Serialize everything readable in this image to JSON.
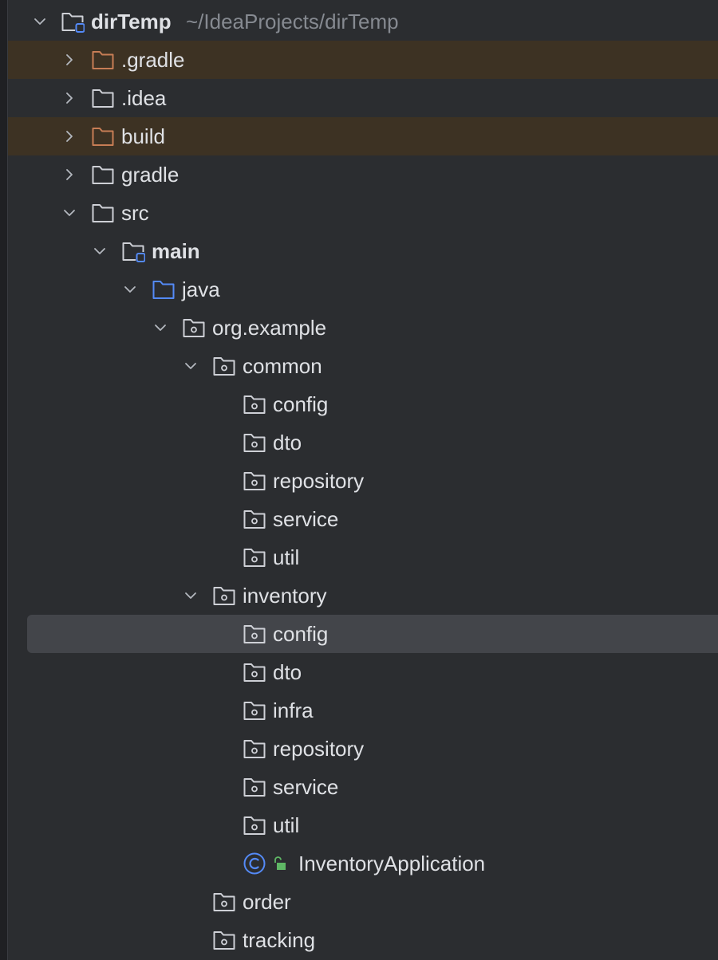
{
  "project": {
    "name": "dirTemp",
    "path": "~/IdeaProjects/dirTemp"
  },
  "tree": {
    "gradle_hidden": ".gradle",
    "idea": ".idea",
    "build": "build",
    "gradle": "gradle",
    "src": "src",
    "main": "main",
    "java": "java",
    "org_example": "org.example",
    "common": {
      "label": "common",
      "children": [
        "config",
        "dto",
        "repository",
        "service",
        "util"
      ]
    },
    "inventory": {
      "label": "inventory",
      "children": [
        "config",
        "dto",
        "infra",
        "repository",
        "service",
        "util"
      ],
      "app_class": "InventoryApplication"
    },
    "order": "order",
    "tracking": "tracking"
  },
  "icons": {
    "chevron_right": "chevron-right-icon",
    "chevron_down": "chevron-down-icon",
    "folder": "folder-icon",
    "excluded_folder": "excluded-folder-icon",
    "module_folder": "module-folder-icon",
    "source_root": "source-root-folder-icon",
    "package": "package-icon",
    "class": "class-icon",
    "unlock": "unlock-icon"
  },
  "colors": {
    "background": "#2b2d30",
    "text": "#dfe1e5",
    "hint": "#868a91",
    "excluded_row": "#3d3223",
    "excluded_icon": "#c77d55",
    "selected_row": "#43454a",
    "source_root": "#548af7",
    "class_icon": "#548af7",
    "unlock": "#5fb865"
  }
}
